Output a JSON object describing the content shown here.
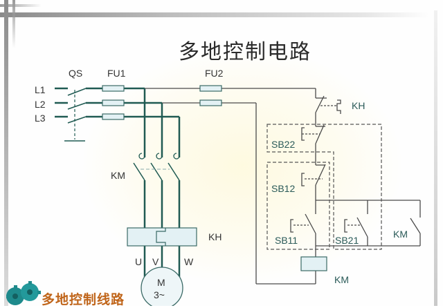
{
  "slide": {
    "title": "多地控制电路",
    "footer_caption": "多地控制线路"
  },
  "labels": {
    "qs": "QS",
    "fu1": "FU1",
    "fu2": "FU2",
    "l1": "L1",
    "l2": "L2",
    "l3": "L3",
    "km_main": "KM",
    "kh_main": "KH",
    "u": "U",
    "v": "V",
    "w": "W",
    "motor_m": "M",
    "motor_phase": "3~",
    "kh_ctrl": "KH",
    "sb22": "SB22",
    "sb12": "SB12",
    "sb11": "SB11",
    "sb21": "SB21",
    "km_hold": "KM",
    "km_coil": "KM"
  },
  "colors": {
    "power_wire": "#1f5a52",
    "control_wire": "#4a4a4a",
    "component_fill": "#e3f1f4",
    "label": "#2a5a58",
    "title": "#2b2b2b",
    "footer": "#c0651a",
    "gear": "#1e8a8c"
  },
  "icons": {
    "footer_icon": "gears-icon"
  }
}
